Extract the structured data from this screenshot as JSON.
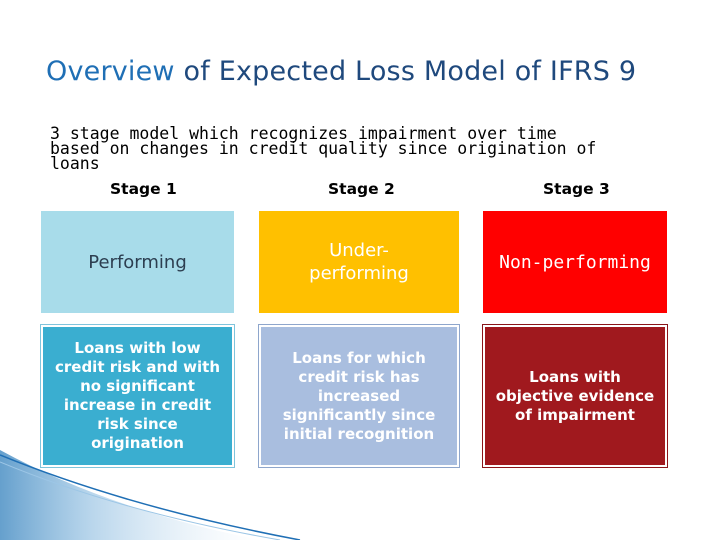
{
  "title": {
    "lead": "Overview",
    "rest": " of Expected Loss Model of IFRS 9"
  },
  "subtitle": "3 stage model which recognizes impairment over time\nbased on changes in credit quality since origination of\nloans",
  "stages": [
    {
      "label": "Stage 1",
      "status": "Performing",
      "description": "Loans with low credit risk and with no significant increase in credit risk since origination"
    },
    {
      "label": "Stage 2",
      "status": "Under-performing",
      "description": "Loans for which credit risk has increased significantly since initial recognition"
    },
    {
      "label": "Stage 3",
      "status": "Non-performing",
      "description": "Loans with objective evidence of impairment"
    }
  ],
  "colors": {
    "title_lead": "#1f6fb5",
    "title_rest": "#1f497d",
    "stage1_status": "#a8dcea",
    "stage2_status": "#ffc000",
    "stage3_status": "#ff0000",
    "stage1_description": "#3aaed0",
    "stage2_description": "#a9bedf",
    "stage3_description": "#a0191e"
  }
}
